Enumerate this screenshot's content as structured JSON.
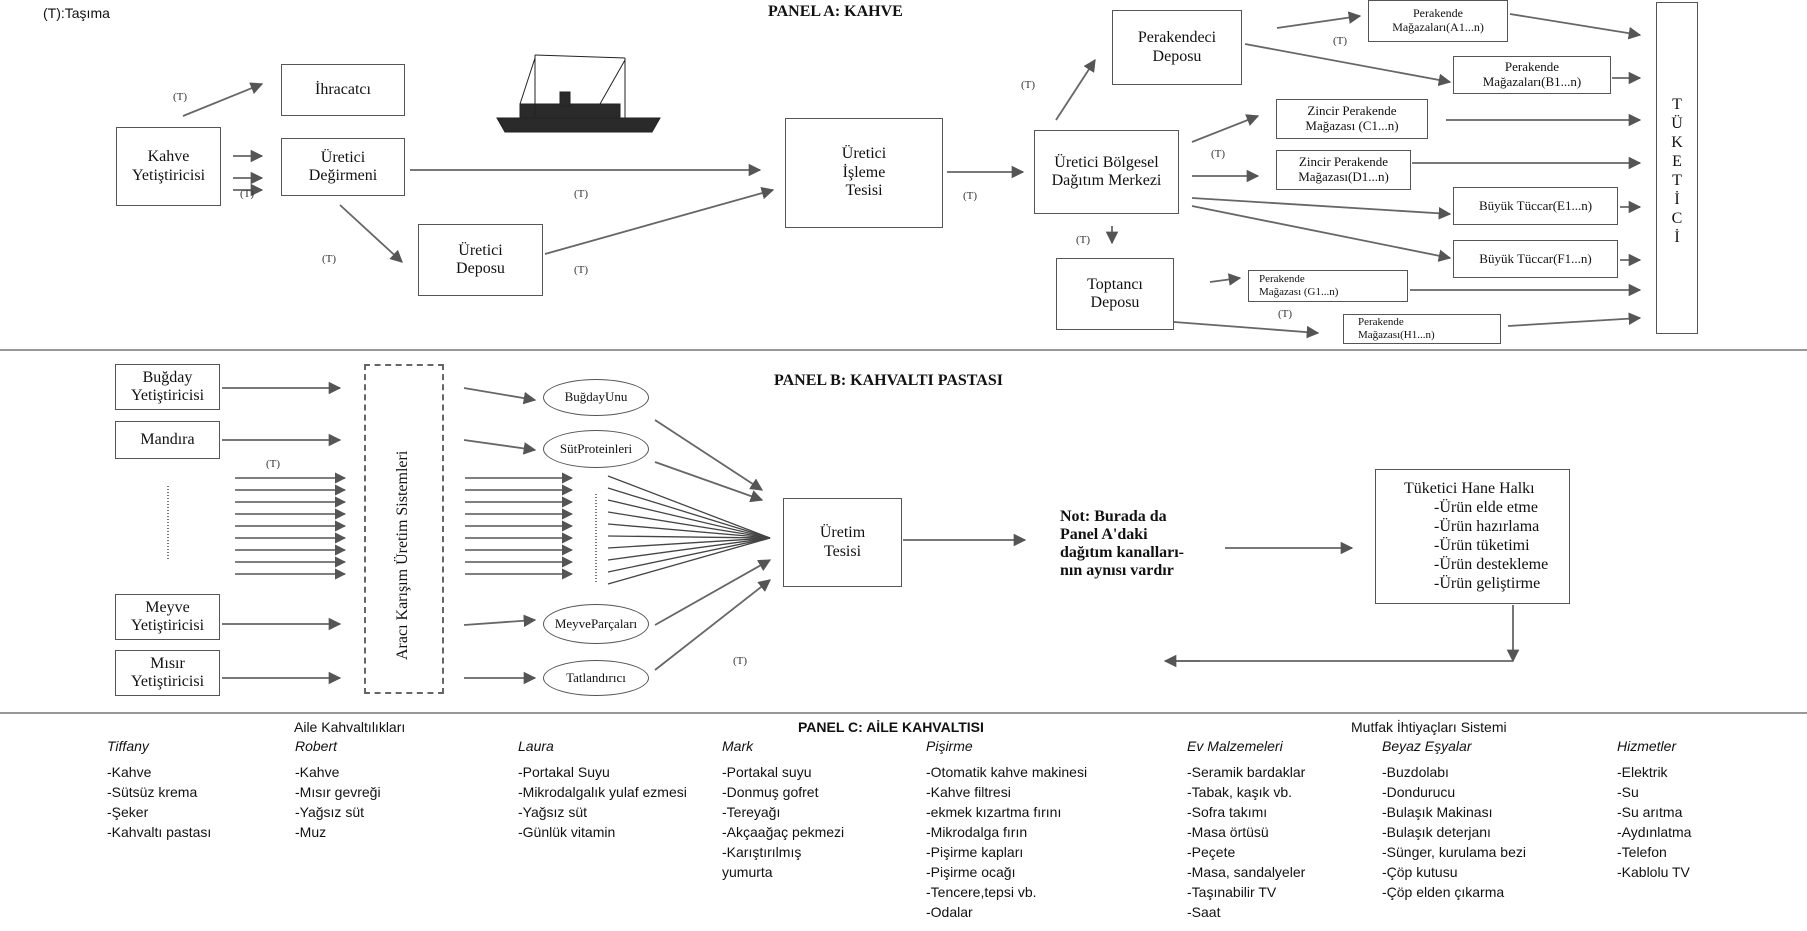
{
  "legend": "(T):Taşıma",
  "t_label": "(T)",
  "panel_a": {
    "title": "PANEL A: KAHVE",
    "kahve_yetistiricisi": [
      "Kahve",
      "Yetiştiricisi"
    ],
    "ihracatci": "İhracatcı",
    "uretici_degirmeni": [
      "Üretici",
      "Değirmeni"
    ],
    "uretici_deposu": [
      "Üretici",
      "Deposu"
    ],
    "uretici_isleme": [
      "Üretici",
      "İşleme",
      "Tesisi"
    ],
    "bolgesel_dagitim": [
      "Üretici Bölgesel",
      "Dağıtım Merkezi"
    ],
    "perakendeci_deposu": [
      "Perakendeci",
      "Deposu"
    ],
    "toptanci_deposu": [
      "Toptancı",
      "Deposu"
    ],
    "stores": {
      "a": [
        "Perakende",
        "Mağazaları(A1...n)"
      ],
      "b": [
        "Perakende",
        "Mağazaları(B1...n)"
      ],
      "c": [
        "Zincir Perakende",
        "Mağazası (C1...n)"
      ],
      "d": [
        "Zincir Perakende",
        "Mağazası(D1...n)"
      ],
      "e": "Büyük Tüccar(E1...n)",
      "f": "Büyük Tüccar(F1...n)",
      "g": [
        "Perakende",
        "Mağazası (G1...n)"
      ],
      "h": [
        "Perakende",
        "Mağazası(H1...n)"
      ]
    },
    "tuketici": [
      "T",
      "Ü",
      "K",
      "E",
      "T",
      "İ",
      "C",
      "İ"
    ]
  },
  "panel_b": {
    "title": "PANEL B: KAHVALTI PASTASI",
    "bugday": [
      "Buğday",
      "Yetiştiricisi"
    ],
    "mandira": "Mandıra",
    "meyve": [
      "Meyve",
      "Yetiştiricisi"
    ],
    "misir": [
      "Mısır",
      "Yetiştiricisi"
    ],
    "araci": "Aracı Karışım Üretim Sistemleri",
    "bugday_unu": [
      "Buğday",
      "Unu"
    ],
    "sut_proteinleri": [
      "Süt",
      "Proteinleri"
    ],
    "meyve_parcalari": [
      "Meyve",
      "Parçaları"
    ],
    "tatlandirici": "Tatlandırıcı",
    "uretim_tesisi": [
      "Üretim",
      "Tesisi"
    ],
    "note": [
      "Not: Burada da",
      "Panel A'daki",
      "dağıtım kanalları-",
      "nın aynısı  vardır"
    ],
    "hane_title": "Tüketici Hane Halkı",
    "hane_items": [
      "-Ürün elde etme",
      "-Ürün hazırlama",
      "-Ürün tüketimi",
      "-Ürün destekleme",
      "-Ürün geliştirme"
    ]
  },
  "panel_c": {
    "title": "PANEL C: AİLE KAHVALTISI",
    "aile_header": "Aile Kahvaltılıkları",
    "mutfak_header": "Mutfak İhtiyaçları Sistemi",
    "columns": [
      {
        "name": "Tiffany",
        "items": [
          "-Kahve",
          "-Sütsüz krema",
          "-Şeker",
          "-Kahvaltı pastası"
        ]
      },
      {
        "name": "Robert",
        "items": [
          "-Kahve",
          "-Mısır gevreği",
          "-Yağsız süt",
          "-Muz"
        ]
      },
      {
        "name": "Laura",
        "items": [
          "-Portakal Suyu",
          "-Mikrodalgalık yulaf ezmesi",
          "-Yağsız süt",
          "-Günlük vitamin"
        ]
      },
      {
        "name": "Mark",
        "items": [
          "-Portakal suyu",
          "-Donmuş gofret",
          "-Tereyağı",
          "-Akçaağaç pekmezi",
          "-Karıştırılmış yumurta"
        ]
      },
      {
        "name": "Pişirme",
        "items": [
          "-Otomatik kahve makinesi",
          "-Kahve filtresi",
          "-ekmek kızartma fırını",
          "-Mikrodalga fırın",
          "-Pişirme kapları",
          "-Pişirme ocağı",
          "-Tencere,tepsi vb.",
          "-Odalar"
        ]
      },
      {
        "name": "Ev Malzemeleri",
        "items": [
          "-Seramik bardaklar",
          "-Tabak, kaşık vb.",
          "-Sofra takımı",
          "-Masa örtüsü",
          "-Peçete",
          "-Masa, sandalyeler",
          "-Taşınabilir TV",
          "-Saat"
        ]
      },
      {
        "name": "Beyaz Eşyalar",
        "items": [
          "-Buzdolabı",
          "-Dondurucu",
          "-Bulaşık Makinası",
          "-Bulaşık deterjanı",
          "-Sünger, kurulama bezi",
          "-Çöp kutusu",
          "-Çöp elden çıkarma"
        ]
      },
      {
        "name": "Hizmetler",
        "items": [
          "-Elektrik",
          "-Su",
          "-Su arıtma",
          "-Aydınlatma",
          "-Telefon",
          "-Kablolu TV"
        ]
      }
    ]
  }
}
